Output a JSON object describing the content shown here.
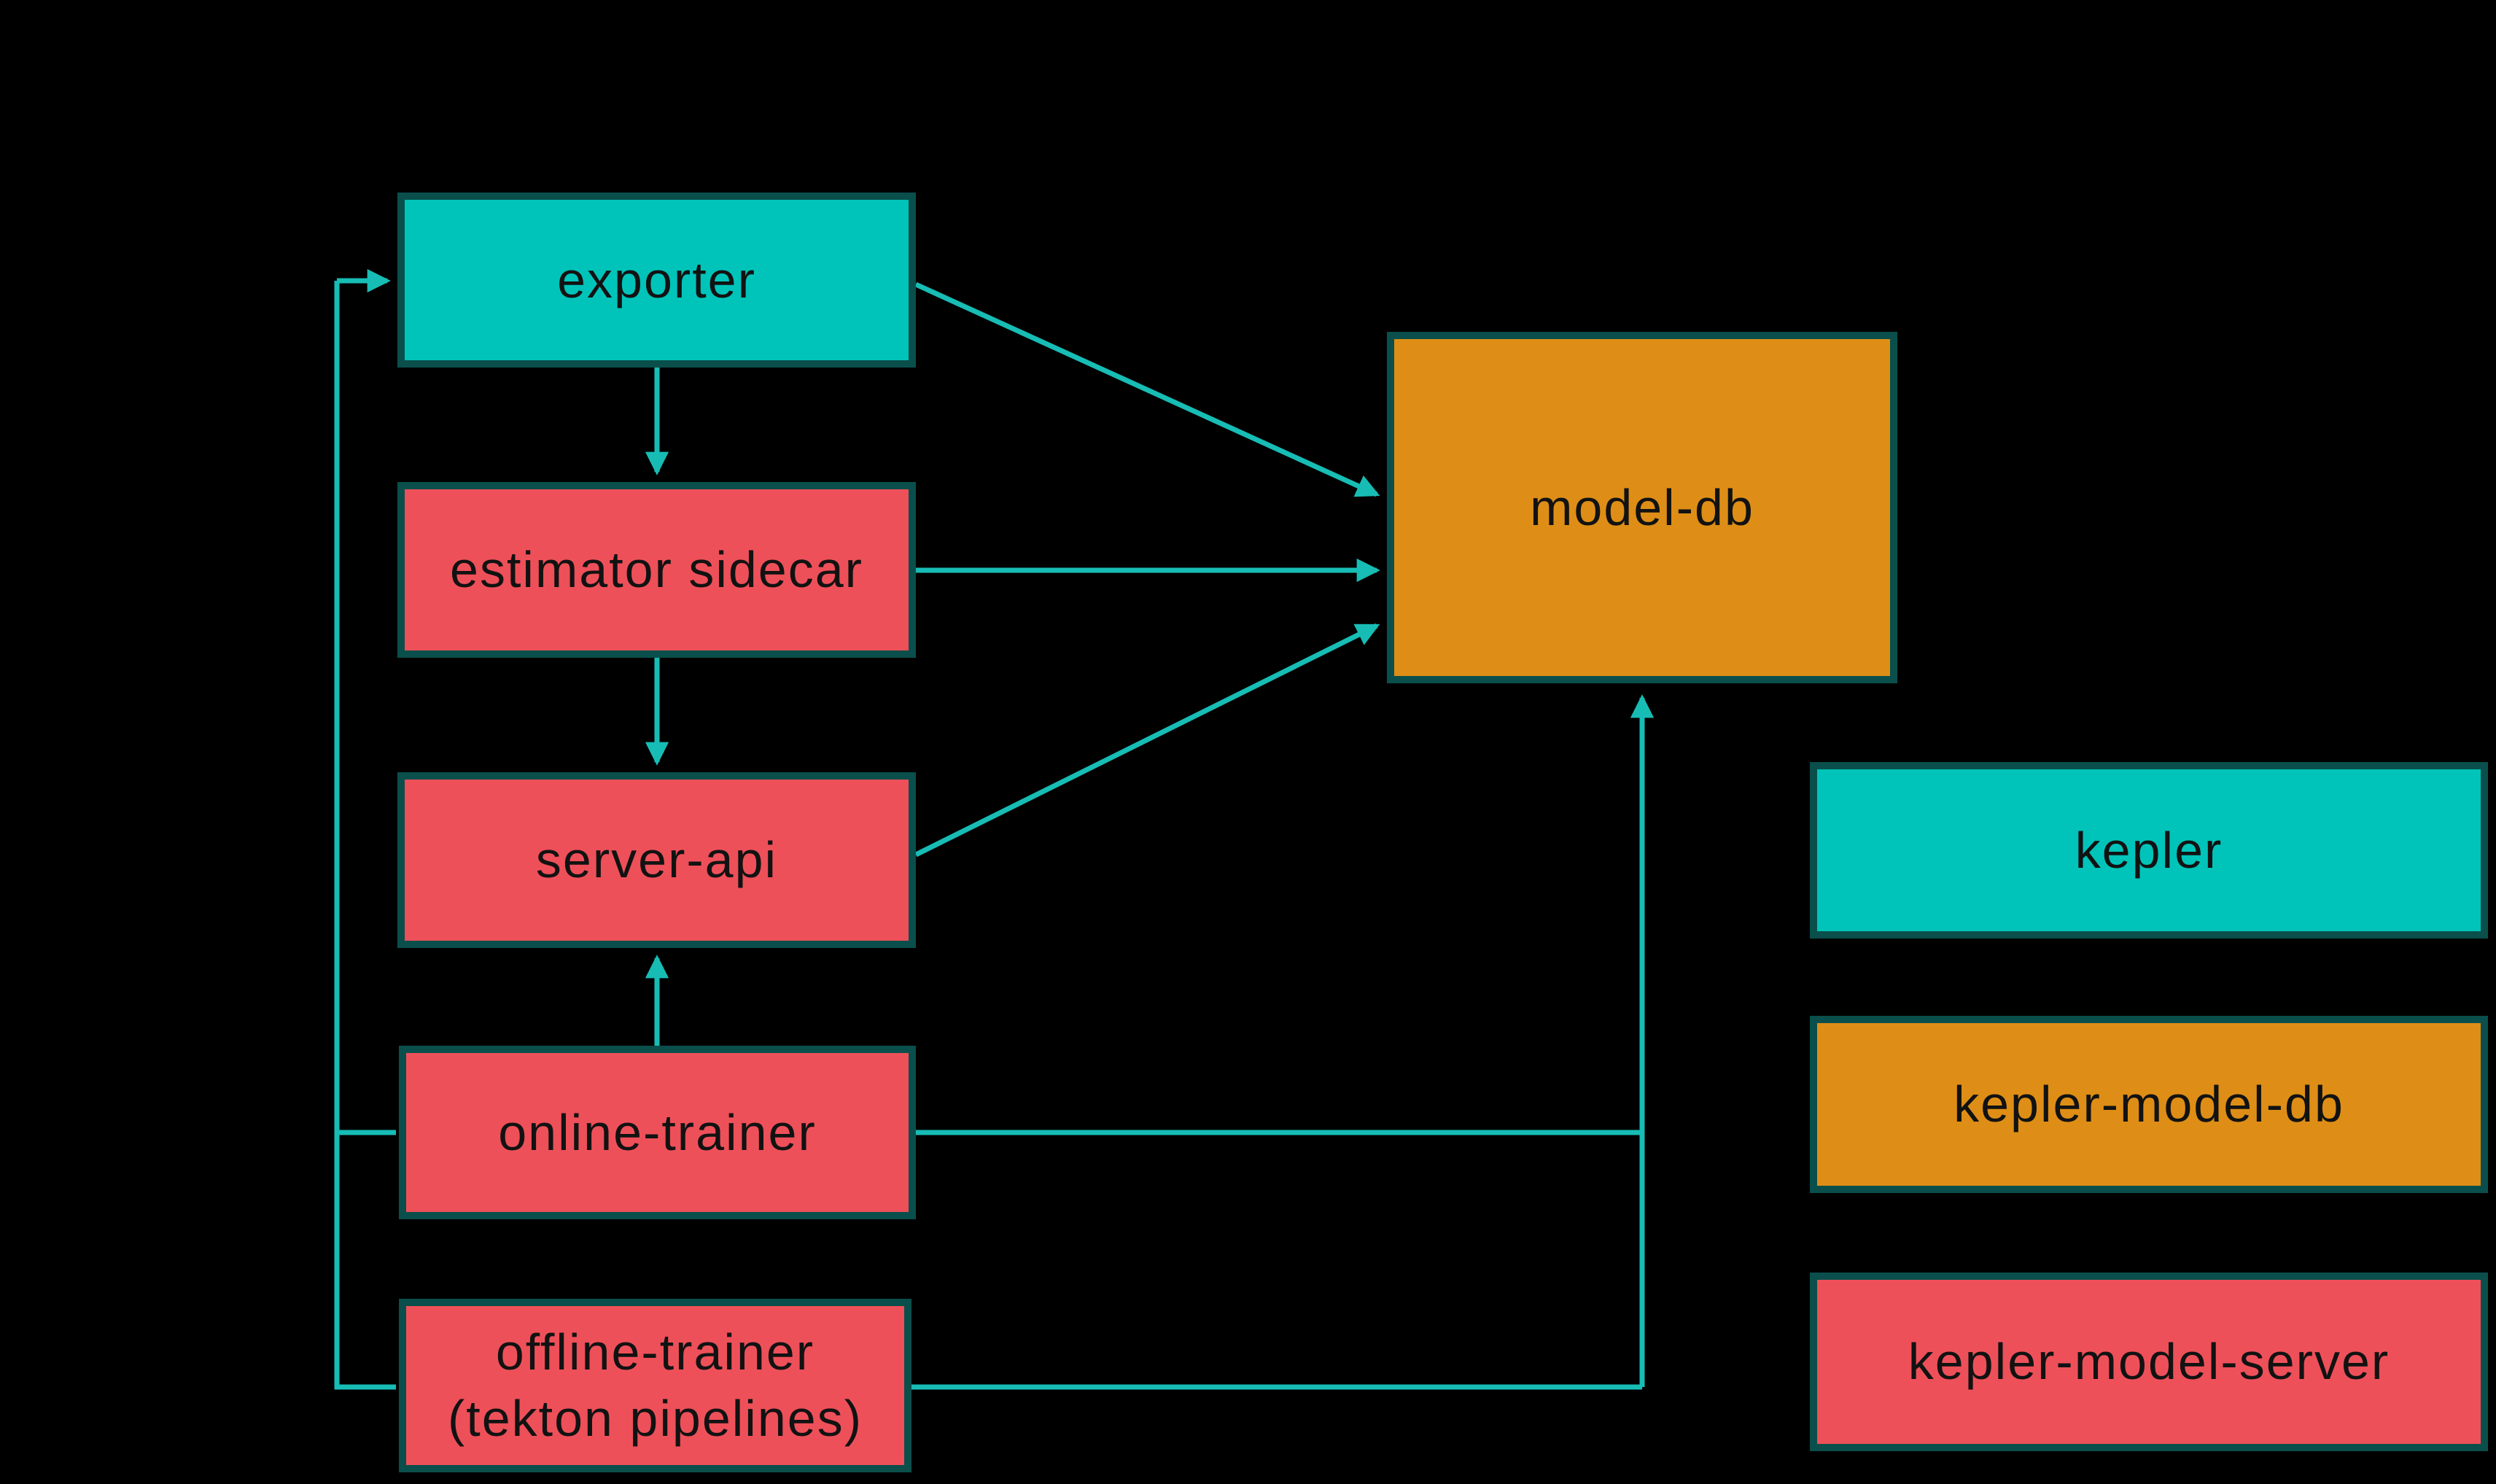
{
  "diagram": {
    "background_color": "#000000",
    "edge_color": "#17bdb5",
    "node_border_color": "#0a4f4b",
    "text_color": "#121212",
    "nodes": [
      {
        "id": "exporter",
        "label": "exporter",
        "category": "kepler",
        "fill": "#00c4ba"
      },
      {
        "id": "estimator-sidecar",
        "label": "estimator sidecar",
        "category": "kepler-model-server",
        "fill": "#ee5059"
      },
      {
        "id": "server-api",
        "label": "server-api",
        "category": "kepler-model-server",
        "fill": "#ee5059"
      },
      {
        "id": "online-trainer",
        "label": "online-trainer",
        "category": "kepler-model-server",
        "fill": "#ee5059"
      },
      {
        "id": "offline-trainer",
        "label": "offline-trainer",
        "sublabel": "(tekton pipelines)",
        "category": "kepler-model-server",
        "fill": "#ee5059"
      },
      {
        "id": "model-db",
        "label": "model-db",
        "category": "kepler-model-db",
        "fill": "#de8e16"
      }
    ],
    "edges": [
      {
        "from": "online-trainer",
        "to": "exporter",
        "arrow": true
      },
      {
        "from": "offline-trainer",
        "to": "exporter",
        "arrow": true
      },
      {
        "from": "exporter",
        "to": "estimator-sidecar",
        "arrow": true
      },
      {
        "from": "estimator-sidecar",
        "to": "server-api",
        "arrow": true
      },
      {
        "from": "online-trainer",
        "to": "server-api",
        "arrow": true
      },
      {
        "from": "exporter",
        "to": "model-db",
        "arrow": true
      },
      {
        "from": "estimator-sidecar",
        "to": "model-db",
        "arrow": true
      },
      {
        "from": "server-api",
        "to": "model-db",
        "arrow": true
      },
      {
        "from": "online-trainer",
        "to": "model-db",
        "arrow": true
      },
      {
        "from": "offline-trainer",
        "to": "model-db",
        "arrow": true
      }
    ],
    "legend": {
      "items": [
        {
          "label": "kepler",
          "color": "#00c4ba"
        },
        {
          "label": "kepler-model-db",
          "color": "#de8e16"
        },
        {
          "label": "kepler-model-server",
          "color": "#ee5059"
        }
      ]
    }
  }
}
